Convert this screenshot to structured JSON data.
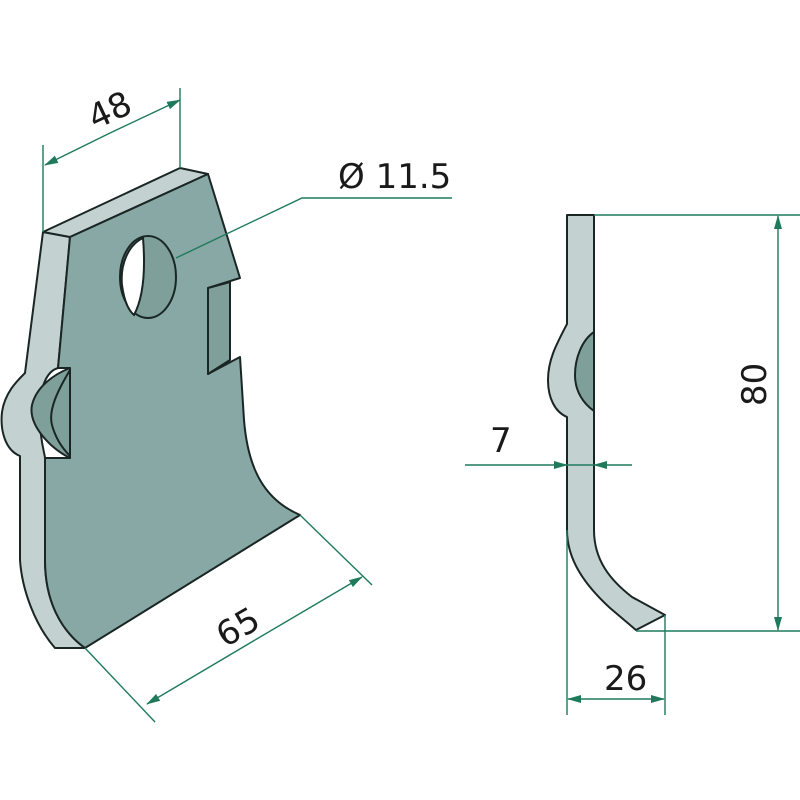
{
  "title": "Flail blade technical drawing",
  "dimensions": {
    "width": "48",
    "hole_diameter": "Ø 11.5",
    "bottom_edge": "65",
    "thickness": "7",
    "height": "80",
    "offset": "26"
  },
  "colors": {
    "blade_face": "#87a8a4",
    "blade_edge": "#c3d2d0",
    "dimension_line": "#1f7a5c"
  }
}
